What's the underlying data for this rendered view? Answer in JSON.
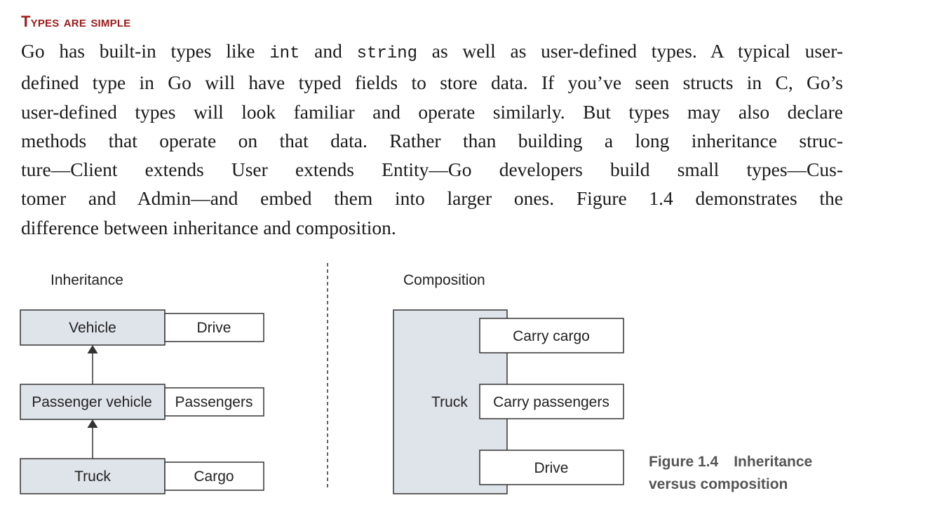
{
  "section": {
    "heading": "Types are simple"
  },
  "paragraph": {
    "l1_a": "Go has built-in types like ",
    "l1_code1": "int",
    "l1_b": " and ",
    "l1_code2": "string",
    "l1_c": " as well as user-defined types. A typical user-",
    "l2": "defined type in Go will have typed fields to store data. If you’ve seen structs in C, Go’s",
    "l3": "user-defined types will look familiar and operate similarly. But types may also declare",
    "l4": "methods that operate on that data. Rather than building a long inheritance struc-",
    "l5": "ture—Client extends User extends Entity—Go developers build small types—Cus-",
    "l6": "tomer and Admin—and embed them into larger ones. Figure 1.4 demonstrates the",
    "l7": "difference between inheritance and composition."
  },
  "figure": {
    "inheritance": {
      "title": "Inheritance",
      "rows": [
        {
          "type": "Vehicle",
          "member": "Drive"
        },
        {
          "type": "Passenger vehicle",
          "member": "Passengers"
        },
        {
          "type": "Truck",
          "member": "Cargo"
        }
      ]
    },
    "composition": {
      "title": "Composition",
      "container": "Truck",
      "parts": [
        "Carry cargo",
        "Carry passengers",
        "Drive"
      ]
    },
    "caption": {
      "number": "Figure 1.4",
      "line1": "Inheritance",
      "line2": "versus composition"
    },
    "colors": {
      "type_fill": "#dfe3ea",
      "stroke": "#333333",
      "heading": "#9b1b1b"
    }
  }
}
